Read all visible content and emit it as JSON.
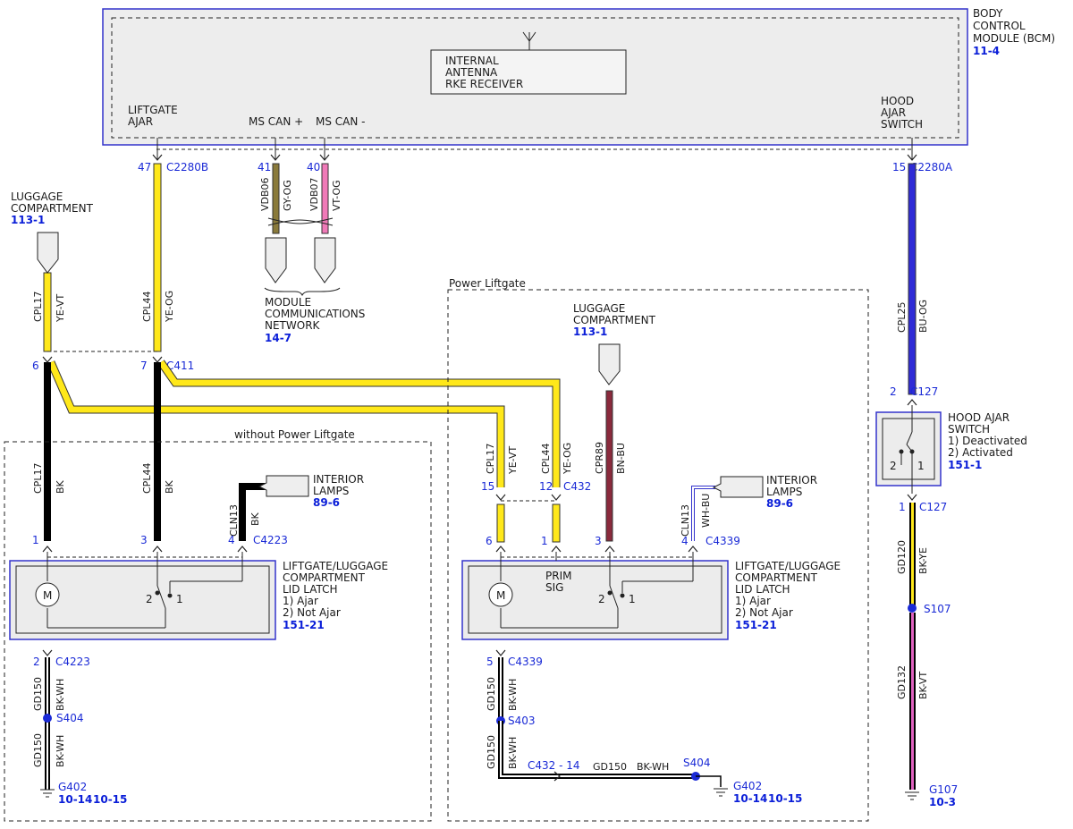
{
  "bcm": {
    "title_lines": [
      "BODY",
      "CONTROL",
      "MODULE (BCM)"
    ],
    "ref": "11-4",
    "antenna_lines": [
      "INTERNAL",
      "ANTENNA",
      "RKE RECEIVER"
    ],
    "liftgate_ajar": [
      "LIFTGATE",
      "AJAR"
    ],
    "ms_can_plus": "MS CAN +",
    "ms_can_minus": "MS CAN -",
    "hood_ajar": [
      "HOOD",
      "AJAR",
      "SWITCH"
    ]
  },
  "pins_top": {
    "p47": "47",
    "c2280b": "C2280B",
    "p41": "41",
    "p40": "40",
    "p15": "15",
    "c2280a": "C2280A"
  },
  "can": {
    "w1_circuit": "VDB06",
    "w1_color": "GY-OG",
    "w2_circuit": "VDB07",
    "w2_color": "VT-OG",
    "network_lines": [
      "MODULE",
      "COMMUNICATIONS",
      "NETWORK"
    ],
    "network_ref": "14-7"
  },
  "luggage_left": {
    "lines": [
      "LUGGAGE",
      "COMPARTMENT"
    ],
    "ref": "113-1",
    "cpl17": "CPL17",
    "cpl17_color": "YE-VT",
    "cpl44": "CPL44",
    "cpl44_color": "YE-OG"
  },
  "c411": {
    "p6": "6",
    "p7": "7",
    "name": "C411"
  },
  "without_pl": {
    "title": "without Power Liftgate",
    "cpl17": "CPL17",
    "cpl17_color": "BK",
    "cpl44": "CPL44",
    "cpl44_color": "BK",
    "cln13": "CLN13",
    "cln13_color": "BK",
    "interior_lines": [
      "INTERIOR",
      "LAMPS"
    ],
    "interior_ref": "89-6",
    "p1": "1",
    "p3": "3",
    "p4": "4",
    "c4223": "C4223",
    "latch_lines": [
      "LIFTGATE/LUGGAGE",
      "COMPARTMENT",
      "LID LATCH",
      "1) Ajar",
      "2) Not Ajar"
    ],
    "latch_ref": "151-21",
    "motor": "M",
    "sw2": "2",
    "sw1": "1",
    "p2": "2",
    "c4223b": "C4223",
    "gd150": "GD150",
    "bkwh": "BK-WH",
    "s404": "S404",
    "g402": "G402",
    "g402_ref1": "10-14",
    "g402_ref2": "10-15"
  },
  "power_lg": {
    "title": "Power Liftgate",
    "lug_lines": [
      "LUGGAGE",
      "COMPARTMENT"
    ],
    "lug_ref": "113-1",
    "cpl17": "CPL17",
    "cpl17_color": "YE-VT",
    "cpl44": "CPL44",
    "cpl44_color": "YE-OG",
    "cpr89": "CPR89",
    "cpr89_color": "BN-BU",
    "p15": "15",
    "p12": "12",
    "c432": "C432",
    "cln13": "CLN13",
    "cln13_color": "WH-BU",
    "interior_lines": [
      "INTERIOR",
      "LAMPS"
    ],
    "interior_ref": "89-6",
    "p6": "6",
    "p1": "1",
    "p3": "3",
    "p4": "4",
    "c4339": "C4339",
    "prim": "PRIM",
    "sig": "SIG",
    "latch_lines": [
      "LIFTGATE/LUGGAGE",
      "COMPARTMENT",
      "LID LATCH",
      "1) Ajar",
      "2) Not Ajar"
    ],
    "latch_ref": "151-21",
    "motor": "M",
    "sw2": "2",
    "sw1": "1",
    "p5": "5",
    "c4339b": "C4339",
    "gd150": "GD150",
    "bkwh": "BK-WH",
    "s403": "S403",
    "c432_14": "C432 - 14",
    "gd150_h": "GD150",
    "bkwh_h": "BK-WH",
    "s404": "S404",
    "g402": "G402",
    "g402_ref1": "10-14",
    "g402_ref2": "10-15"
  },
  "hood": {
    "cpl25": "CPL25",
    "cpl25_color": "BU-OG",
    "p2": "2",
    "c127": "C127",
    "switch_lines": [
      "HOOD AJAR",
      "SWITCH",
      "1) Deactivated",
      "2) Activated"
    ],
    "switch_ref": "151-1",
    "sw2": "2",
    "sw1": "1",
    "p1": "1",
    "c127b": "C127",
    "gd120": "GD120",
    "gd120_color": "BK-YE",
    "s107": "S107",
    "gd132": "GD132",
    "gd132_color": "BK-VT",
    "g107": "G107",
    "g107_ref": "10-3"
  },
  "colors": {
    "yellow": "#ffe81a",
    "black": "#000000",
    "blue": "#2f2bd6",
    "pink": "#f07ab8",
    "brown": "#8a2a3c",
    "gray_olive": "#8a7a3a",
    "label_blue": "#0a1ed8",
    "box_fill": "#ececec"
  }
}
